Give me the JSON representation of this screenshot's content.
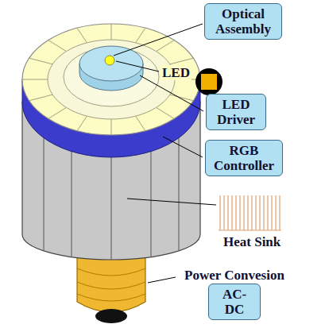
{
  "diagram": {
    "nodes": [
      {
        "text": [
          "Optical Assembly"
        ]
      },
      {
        "text": [
          "LED Driver"
        ]
      },
      {
        "text": [
          "RGB Controller"
        ]
      },
      {
        "text": [
          "Power Convesion",
          "AC-DC"
        ]
      }
    ],
    "labels": [
      "LED",
      "Heat Sink"
    ]
  }
}
